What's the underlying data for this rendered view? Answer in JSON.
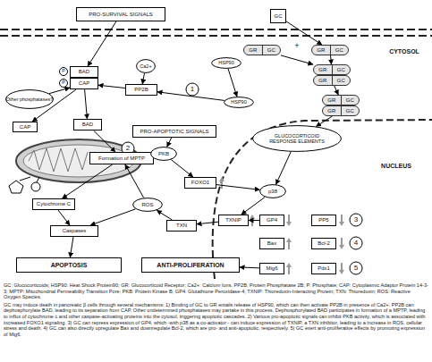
{
  "diagram": {
    "caption": "GC may induce death in pancreatic β cells through several mechanisms: 1) Binding of GC to GR entails release of HSP90, which can then activate PP2B in presence of Ca2+. PP2B can dephosphorylate BAD, leading to its separation from CAP. Other undetermined phosphatases may partake in this process. Dephosphorylated BAD participates in formation of a MPTP, leading to influx of cytochrome c and other caspase-activating proteins into the cytosol, triggering apoptotic cascades. 2) Various pro-apoptotic signals can inhibit PKB activity, which is associated with increased FOXO1 signaling. 3) GC can repress expression of GP4, which -with p38 as a co-activator - can induce expression of TXNIP, a TXN inhibitor, leading to a increase in ROS, cellular stress and death. 4) GC can also directly upregulate Bax and downregulate Bcl-2, which are pro- and anti-apoptotic, respectively. 5) GC exert anti-proliferative effects by promoting expression of Mig6.",
    "nodes": [
      {
        "text": [
          "PRO-SURVIVAL SIGNALS"
        ]
      },
      {
        "text": [
          "GC"
        ]
      },
      {
        "text": [
          "GR",
          "GC"
        ]
      },
      {
        "text": [
          "HSP90"
        ]
      },
      {
        "text": [
          "GR",
          "GC"
        ]
      },
      {
        "text": [
          "HSP90"
        ]
      },
      {
        "text": [
          "GR",
          "GC"
        ]
      },
      {
        "text": [
          "GR",
          "GC"
        ]
      },
      {
        "text": [
          "GR",
          "GC"
        ]
      },
      {
        "text": [
          "GR",
          "GC"
        ]
      },
      {
        "text": [
          "BAD"
        ]
      },
      {
        "text": [
          "CAP"
        ]
      },
      {
        "text": [
          "Other phosphatases?"
        ]
      },
      {
        "text": [
          "Ca2+"
        ]
      },
      {
        "text": [
          "PP2B"
        ]
      },
      {
        "text": [
          "CAP"
        ]
      },
      {
        "text": [
          "BAD"
        ]
      },
      {
        "text": [
          "Formation of MPTP"
        ]
      },
      {
        "text": [
          "PRO-APOPTOTIC SIGNALS"
        ]
      },
      {
        "text": [
          "PKB"
        ]
      },
      {
        "text": [
          "FOXO1"
        ]
      },
      {
        "text": [
          "Cytochrome C"
        ]
      },
      {
        "text": [
          "ROS"
        ]
      },
      {
        "text": [
          "TXN"
        ]
      },
      {
        "text": [
          "Caspases"
        ]
      },
      {
        "text": [
          "APOPTOSIS"
        ]
      },
      {
        "text": [
          "ANTI-PROLIFERATION"
        ]
      },
      {
        "text": [
          "GLUCOCORTICOID RESPONSE ELEMENTS"
        ]
      },
      {
        "text": [
          "p38"
        ]
      },
      {
        "text": [
          "TXNIP"
        ]
      },
      {
        "text": [
          "GP4"
        ]
      },
      {
        "text": [
          "PP5"
        ]
      },
      {
        "text": [
          "Bax"
        ]
      },
      {
        "text": [
          "Bcl-2"
        ]
      },
      {
        "text": [
          "Mig6"
        ]
      },
      {
        "text": [
          "Pdx1"
        ]
      }
    ],
    "edges": [
      {
        "from": 1,
        "to": 4,
        "arrow": "to"
      },
      {
        "from": 2,
        "to": 6,
        "arrow": "to"
      },
      {
        "from": 4,
        "to": 6,
        "arrow": "to"
      },
      {
        "from": 7,
        "to": 8,
        "arrow": "to"
      },
      {
        "from": 3,
        "to": 5,
        "arrow": "to"
      },
      {
        "from": 5,
        "to": 14,
        "arrow": "to"
      },
      {
        "from": 13,
        "to": 14,
        "arrow": "to"
      },
      {
        "from": 0,
        "to": 10,
        "arrow": "to"
      },
      {
        "from": 14,
        "to": 11,
        "arrow": "to"
      },
      {
        "from": 12,
        "to": 11,
        "arrow": "to"
      },
      {
        "from": 11,
        "to": 15,
        "arrow": "to"
      },
      {
        "from": 11,
        "to": 16,
        "arrow": "to"
      },
      {
        "from": 16,
        "to": 17,
        "arrow": "to"
      },
      {
        "from": 17,
        "to": 21,
        "arrow": "to"
      },
      {
        "from": 21,
        "to": 24,
        "arrow": "to"
      },
      {
        "from": 24,
        "to": 25,
        "arrow": "to"
      },
      {
        "from": 18,
        "to": 19,
        "arrow": "to"
      },
      {
        "from": 19,
        "to": 20,
        "arrow": "to"
      },
      {
        "from": 9,
        "to": 27,
        "arrow": "to"
      },
      {
        "from": 27,
        "to": 28,
        "arrow": "to"
      },
      {
        "from": 20,
        "to": 28,
        "arrow": "to"
      },
      {
        "from": 28,
        "to": 29,
        "arrow": "to"
      },
      {
        "from": 30,
        "to": 29,
        "arrow": "to"
      },
      {
        "from": 29,
        "to": 23,
        "arrow": "to"
      },
      {
        "from": 23,
        "to": 22,
        "arrow": "to"
      },
      {
        "from": 22,
        "to": 17,
        "arrow": "to"
      },
      {
        "from": 22,
        "to": 24,
        "arrow": "to"
      },
      {
        "from": 34,
        "to": 26,
        "arrow": "to"
      }
    ],
    "labels": [
      "CYTOSOL",
      "NUCLEUS",
      "+",
      "P",
      "P",
      "1",
      "2",
      "3",
      "4",
      "5",
      "GC: Glucocorticoids; HSP90: Heat Shock Protein90; GR: Glucocorticoid Receptor; Ca2+: Calcium Ions. PP2B: Protein Phosphatase 2B; P: Phosphate; CAP: Cytoplasmic Adaptor Protein 14-3-3; MPTP: Mitochondrial Permeability Transition Pore; PKB: Protein Kinase B; GP4: Glutathione Peroxidase-4; TXNIP: Thioredoxin-Interacting Protein; TXN: Thioredoxin; ROS: Reactive Oxygen Species."
    ]
  }
}
